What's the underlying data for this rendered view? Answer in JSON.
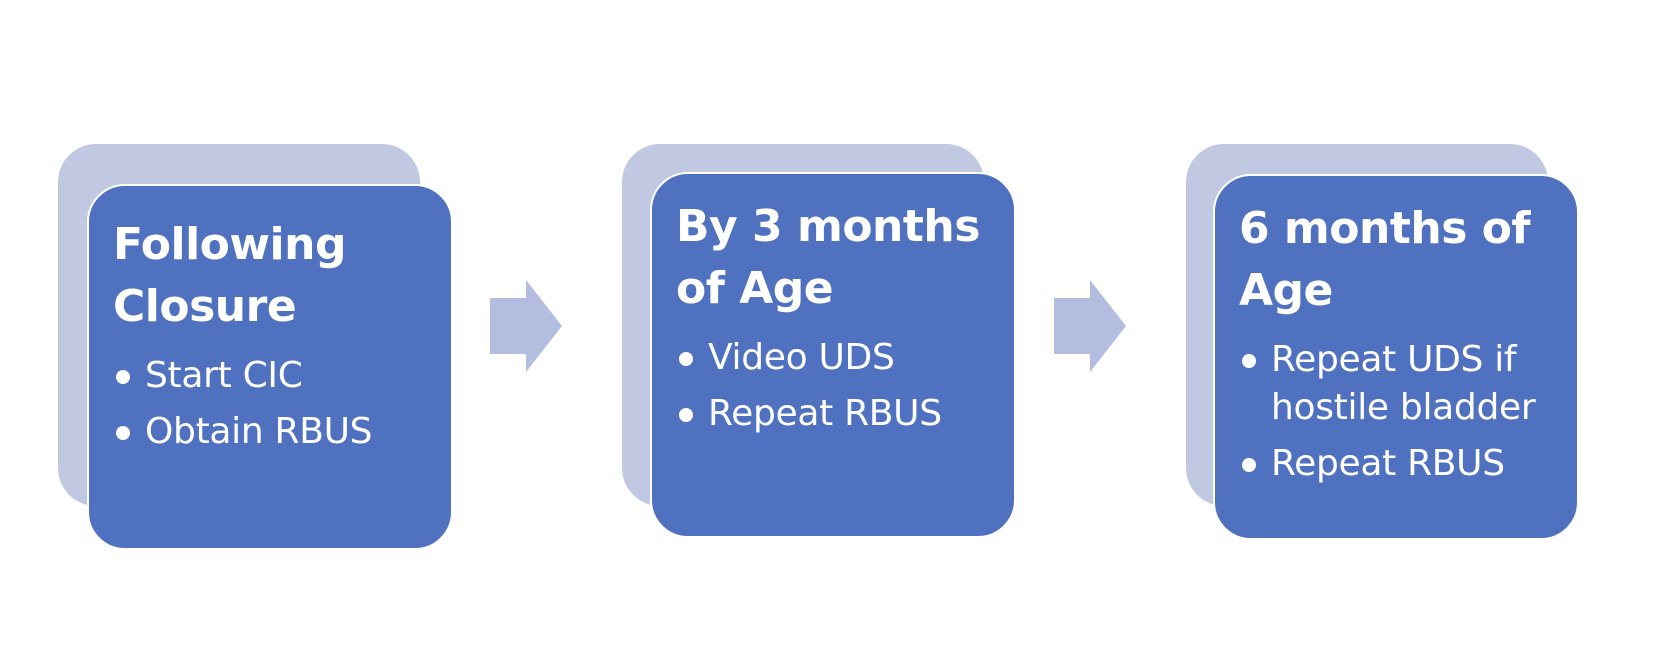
{
  "colors": {
    "front_card": "#4f71bf",
    "back_card": "#c0c8e2",
    "arrow": "#b4bddf",
    "text": "#ffffff"
  },
  "steps": [
    {
      "title_lines": [
        "Following",
        "Closure"
      ],
      "bullets": [
        "Start CIC",
        "Obtain RBUS"
      ]
    },
    {
      "title_lines": [
        "By 3 months",
        "of Age"
      ],
      "bullets": [
        "Video UDS",
        "Repeat RBUS"
      ]
    },
    {
      "title_lines": [
        "6 months of",
        "Age"
      ],
      "bullets": [
        "Repeat UDS if hostile bladder",
        "Repeat RBUS"
      ]
    }
  ],
  "arrows": [
    "right-arrow-icon",
    "right-arrow-icon"
  ]
}
